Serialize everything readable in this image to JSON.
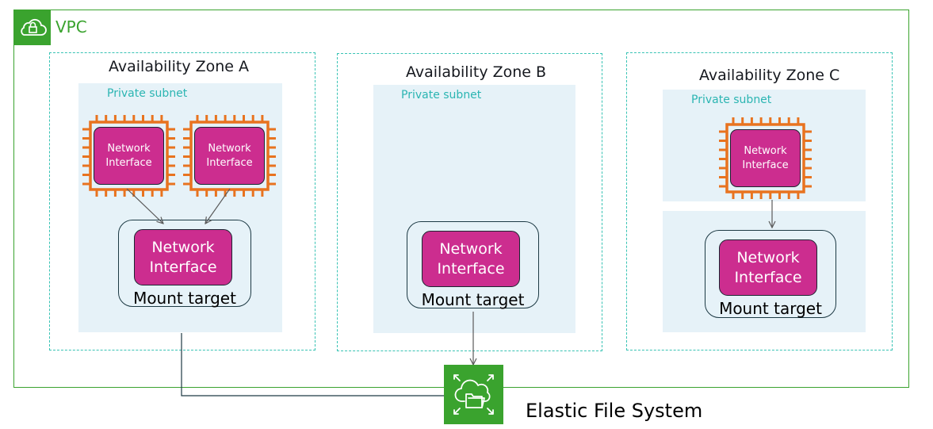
{
  "vpc": {
    "label": "VPC",
    "icon": "lock-cloud-icon",
    "color": "#3aa32e"
  },
  "zones": [
    {
      "title": "Availability Zone A",
      "subnet_label": "Private subnet"
    },
    {
      "title": "Availability Zone B",
      "subnet_label": "Private subnet"
    },
    {
      "title": "Availability Zone C",
      "subnet_label": "Private subnet"
    }
  ],
  "network_interface": {
    "line1": "Network",
    "line2": "Interface"
  },
  "mount_target_label": "Mount target",
  "efs": {
    "label": "Elastic File System",
    "icon": "efs-icon"
  },
  "colors": {
    "chip": "#e8731f",
    "network_interface": "#cc2d8f",
    "zone_border": "#38c3b4",
    "subnet": "#e6f2f8"
  }
}
